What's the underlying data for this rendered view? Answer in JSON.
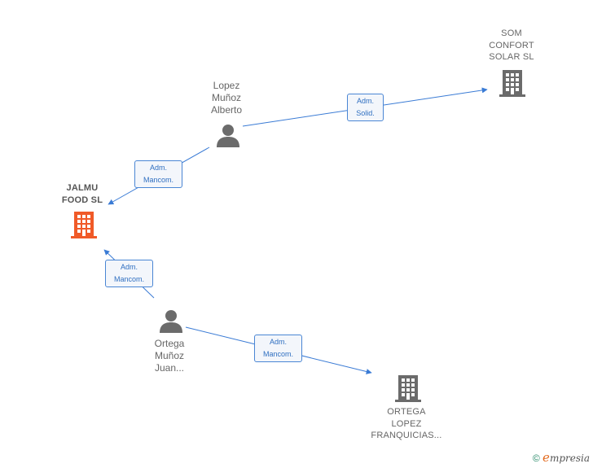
{
  "nodes": {
    "jalmu": {
      "name": "JALMU\nFOOD SL",
      "type": "company",
      "color": "#f05a28"
    },
    "som": {
      "name": "SOM\nCONFORT\nSOLAR SL",
      "type": "company",
      "color": "#6b6b6b"
    },
    "ortega_lopez": {
      "name": "ORTEGA\nLOPEZ\nFRANQUICIAS...",
      "type": "company",
      "color": "#6b6b6b"
    },
    "lopez": {
      "name": "Lopez\nMuñoz\nAlberto",
      "type": "person",
      "color": "#6b6b6b"
    },
    "ortega_munoz": {
      "name": "Ortega\nMuñoz\nJuan...",
      "type": "person",
      "color": "#6b6b6b"
    }
  },
  "edges": {
    "lopez_som": {
      "line1": "Adm.",
      "line2": "Solid."
    },
    "lopez_jalmu": {
      "line1": "Adm.",
      "line2": "Mancom."
    },
    "ortega_jalmu": {
      "line1": "Adm.",
      "line2": "Mancom."
    },
    "ortega_franq": {
      "line1": "Adm.",
      "line2": "Mancom."
    }
  },
  "colors": {
    "edge": "#3a7bd5",
    "accent": "#f05a28"
  },
  "footer": {
    "copyright": "©",
    "brand_first": "e",
    "brand_rest": "mpresia"
  }
}
